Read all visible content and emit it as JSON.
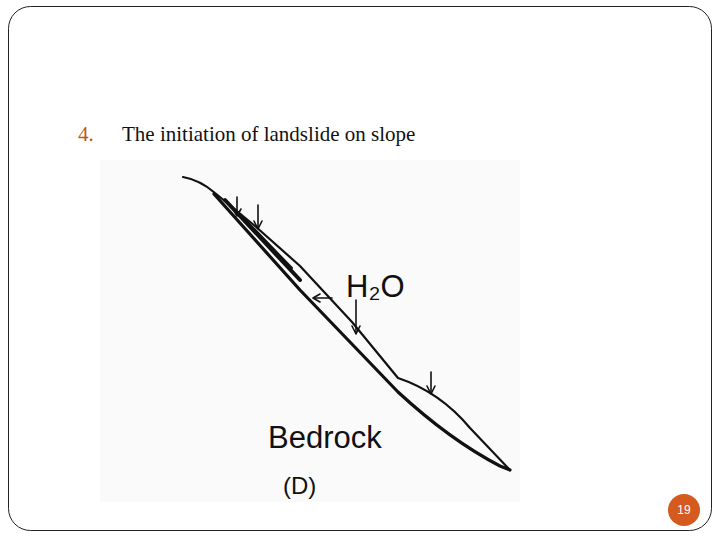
{
  "diagram": {
    "title": "The initiation of landslide on slope",
    "nodes": [
      {
        "text": [
          "19"
        ]
      }
    ],
    "labels": [
      "4.",
      "H₂O",
      "Bedrock",
      "(D)"
    ]
  }
}
